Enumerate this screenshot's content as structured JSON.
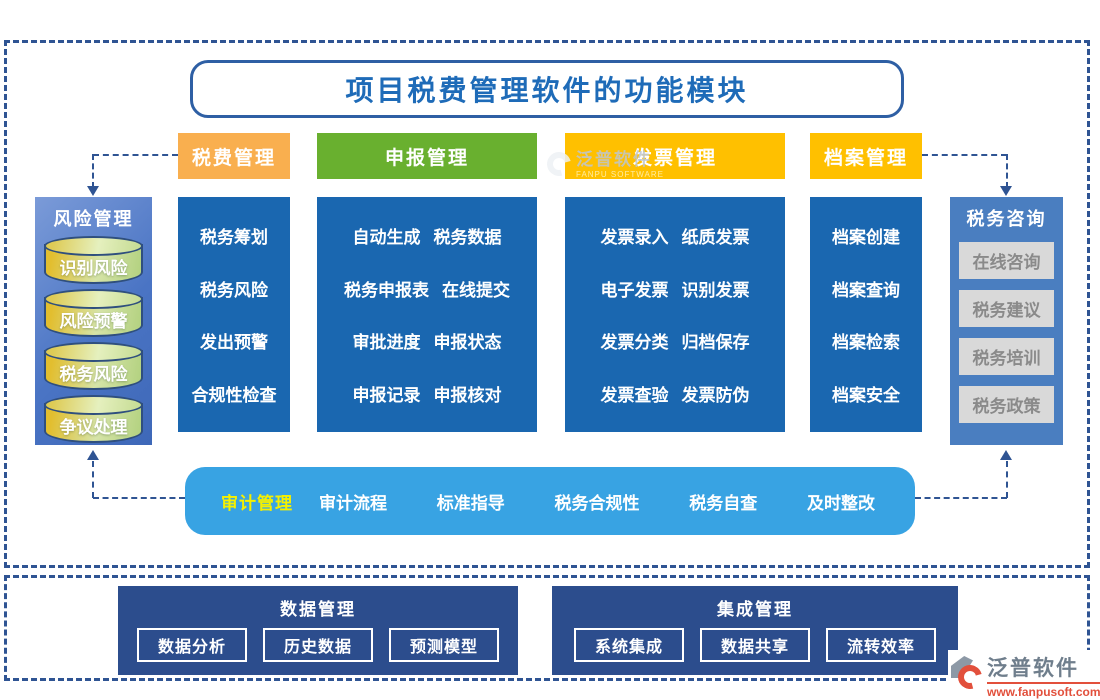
{
  "title": "项目税费管理软件的功能模块",
  "left_panel": {
    "title": "风险管理",
    "items": [
      "识别风险",
      "风险预警",
      "税务风险",
      "争议处理"
    ]
  },
  "right_panel": {
    "title": "税务咨询",
    "items": [
      "在线咨询",
      "税务建议",
      "税务培训",
      "税务政策"
    ]
  },
  "columns": [
    {
      "header": "税费管理",
      "items": [
        "税务筹划",
        "税务风险",
        "发出预警",
        "合规性检查"
      ]
    },
    {
      "header": "申报管理",
      "rows": [
        [
          "自动生成",
          "税务数据"
        ],
        [
          "税务申报表",
          "在线提交"
        ],
        [
          "审批进度",
          "申报状态"
        ],
        [
          "申报记录",
          "申报核对"
        ]
      ]
    },
    {
      "header": "发票管理",
      "rows": [
        [
          "发票录入",
          "纸质发票"
        ],
        [
          "电子发票",
          "识别发票"
        ],
        [
          "发票分类",
          "归档保存"
        ],
        [
          "发票查验",
          "发票防伪"
        ]
      ]
    },
    {
      "header": "档案管理",
      "items": [
        "档案创建",
        "档案查询",
        "档案检索",
        "档案安全"
      ]
    }
  ],
  "audit_bar": {
    "label": "审计管理",
    "items": [
      "审计流程",
      "标准指导",
      "税务合规性",
      "税务自查",
      "及时整改"
    ]
  },
  "bottom_blocks": [
    {
      "title": "数据管理",
      "items": [
        "数据分析",
        "历史数据",
        "预测模型"
      ]
    },
    {
      "title": "集成管理",
      "items": [
        "系统集成",
        "数据共享",
        "流转效率"
      ]
    }
  ],
  "center_watermark": {
    "name": "泛普软件",
    "subtitle": "FANPU SOFTWARE"
  },
  "logo": {
    "name": "泛普软件",
    "url": "www.fanpusoft.com"
  },
  "colors": {
    "header_orange": "#F9AF4F",
    "header_green": "#69B02F",
    "header_gold": "#FFC000",
    "column_blue": "#1A67B0",
    "left_panel_blue": "#4A74C4",
    "right_panel_blue": "#4A7EC0",
    "audit_blue": "#38A3E3",
    "audit_label_yellow": "#F5F000",
    "bottom_navy": "#2C4D8D",
    "dash_navy": "#2F5493",
    "title_blue": "#1E6BB8",
    "cylinder_yellow": "#E2BE2F",
    "cylinder_green": "#B2D17F",
    "gray_box": "#D9D9D9",
    "logo_red": "#E2503C"
  }
}
